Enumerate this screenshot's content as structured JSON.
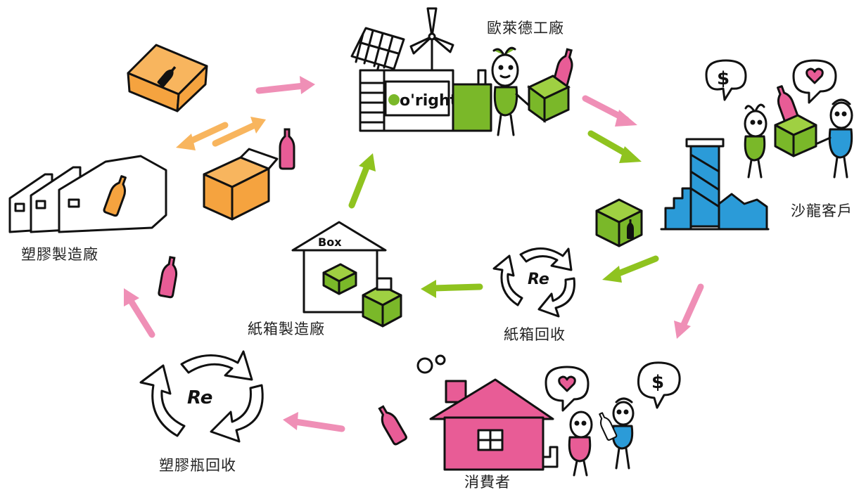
{
  "nodes": {
    "factory": {
      "label": "歐萊德工廠",
      "sign_text": "o'right"
    },
    "salon": {
      "label": "沙龍客戶"
    },
    "box_recycle": {
      "label": "紙箱回收",
      "logo_text": "Re"
    },
    "consumer": {
      "label": "消費者"
    },
    "bottle_recycle": {
      "label": "塑膠瓶回收",
      "logo_text": "Re"
    },
    "plastic_factory": {
      "label": "塑膠製造廠"
    },
    "carton_factory": {
      "label": "紙箱製造廠",
      "roof_text": "Box"
    }
  },
  "colors": {
    "pink_flow": "#ef8fb6",
    "green_flow": "#8fc31f",
    "orange_flow": "#f8b55e",
    "pink_fill": "#e85c96",
    "green_fill": "#7ab829",
    "orange_fill": "#f5a33f",
    "blue_fill": "#2b9bd8",
    "outline": "#111111"
  },
  "icons": [
    "dollar-icon",
    "heart-icon",
    "bottle-icon",
    "box-icon",
    "recycle-icon",
    "solar-panel-icon",
    "wind-turbine-icon",
    "person-icon"
  ]
}
